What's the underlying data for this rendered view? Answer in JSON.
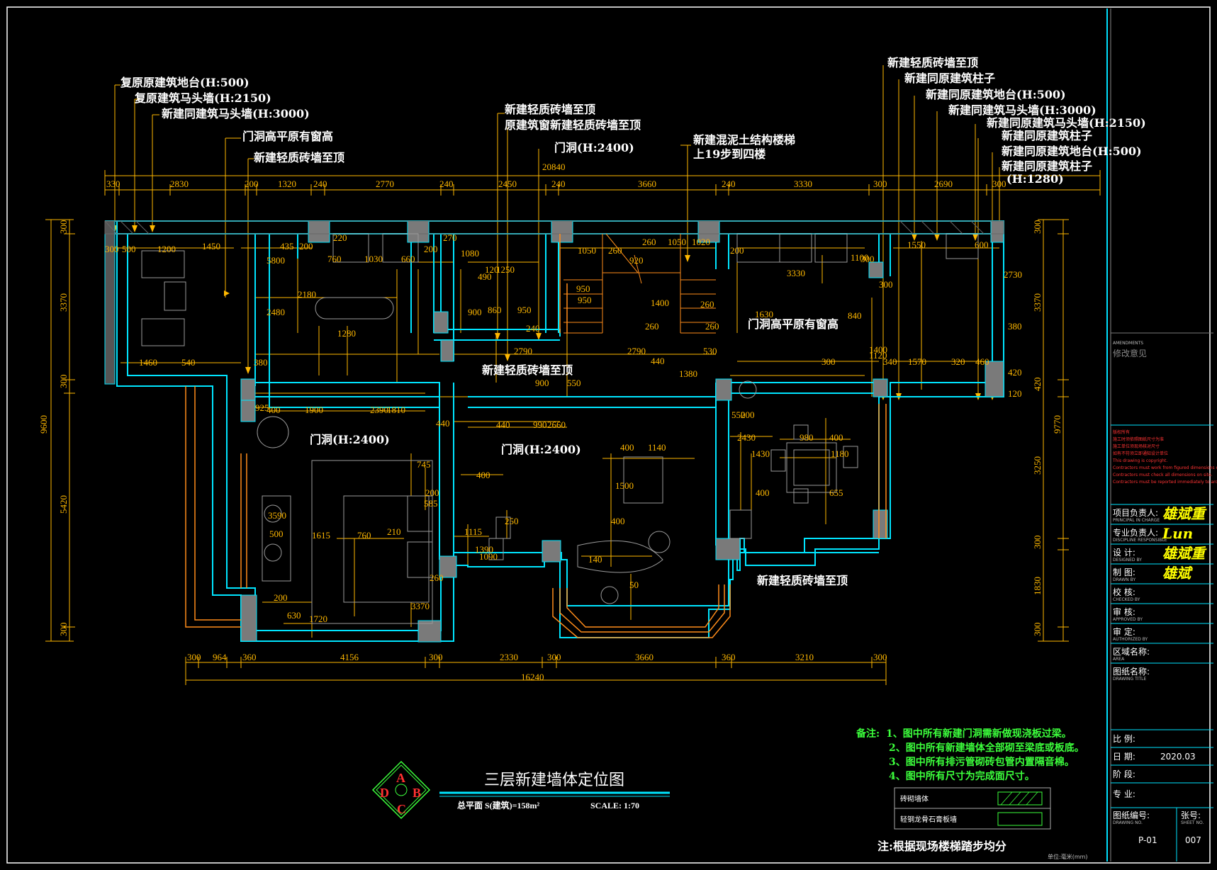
{
  "drawing": {
    "title": "三层新建墙体定位图",
    "subtitle_area": "总平面 S(建筑)=158m²",
    "subtitle_scale": "SCALE: 1:70",
    "badge": {
      "a": "A",
      "b": "B",
      "c": "C",
      "d": "D"
    },
    "stair_note": "注:根据现场楼梯踏步均分",
    "unit_note": "单位:毫米(mm)"
  },
  "annotations": {
    "top_left": [
      "复原原建筑地台(H:500)",
      "复原建筑马头墙(H:2150)",
      "新建同建筑马头墙(H:3000)",
      "门洞高平原有窗高",
      "新建轻质砖墙至顶"
    ],
    "top_mid": [
      "新建轻质砖墙至顶",
      "原建筑窗新建轻质砖墙至顶",
      "门洞(H:2400)"
    ],
    "top_stair": [
      "新建混泥土结构楼梯",
      "上19步到四楼"
    ],
    "top_right": [
      "新建轻质砖墙至顶",
      "新建同原建筑柱子",
      "新建同原建筑地台(H:500)",
      "新建同建筑马头墙(H:3000)",
      "新建同原建筑马头墙(H:2150)",
      "新建同原建筑柱子",
      "新建同原建筑地台(H:500)",
      "新建同原建筑柱子",
      "(H:1280)"
    ],
    "in_plan": {
      "door_right": "门洞高平原有窗高",
      "wall_mid": "新建轻质砖墙至顶",
      "door_left": "门洞(H:2400)",
      "door_center": "门洞(H:2400)",
      "wall_right": "新建轻质砖墙至顶"
    }
  },
  "dimensions": {
    "overall_top": "20840",
    "top_row": [
      "330",
      "2830",
      "200",
      "1320",
      "240",
      "2770",
      "240",
      "2450",
      "240",
      "3660",
      "240",
      "3330",
      "300",
      "2690",
      "300"
    ],
    "overall_bottom": "16240",
    "bottom_row": [
      "300",
      "964",
      "360",
      "4156",
      "300",
      "2330",
      "300",
      "3660",
      "360",
      "3210",
      "300"
    ],
    "left_overall": "9600",
    "left_row": [
      "300",
      "3370",
      "300",
      "5420",
      "300"
    ],
    "right_overall": "9770",
    "right_row": [
      "300",
      "3370",
      "420",
      "3250",
      "300",
      "1830",
      "300"
    ],
    "interior": [
      "300",
      "500",
      "1200",
      "1450",
      "5800",
      "435",
      "200",
      "220",
      "760",
      "1030",
      "660",
      "200",
      "270",
      "1080",
      "1050",
      "260",
      "920",
      "260",
      "1050",
      "1020",
      "200",
      "3330",
      "1100",
      "1550",
      "600",
      "300",
      "300",
      "2180",
      "2480",
      "1280",
      "490",
      "120",
      "1250",
      "900",
      "860",
      "950",
      "240",
      "950",
      "950",
      "1400",
      "260",
      "260",
      "260",
      "1630",
      "840",
      "2790",
      "2790",
      "530",
      "1120",
      "1400",
      "1460",
      "540",
      "380",
      "925",
      "400",
      "1900",
      "2390",
      "1810",
      "1380",
      "440",
      "900",
      "550",
      "440",
      "440",
      "990",
      "2660",
      "300",
      "340",
      "1570",
      "320",
      "460",
      "2730",
      "380",
      "420",
      "120",
      "550",
      "200",
      "2430",
      "1430",
      "400",
      "980",
      "400",
      "1180",
      "655",
      "400",
      "1115",
      "400",
      "1140",
      "1500",
      "400",
      "250",
      "1090",
      "1390",
      "140",
      "50",
      "3590",
      "500",
      "1615",
      "760",
      "210",
      "745",
      "200",
      "585",
      "260",
      "200",
      "630",
      "1720",
      "3370"
    ]
  },
  "notes": {
    "label": "备注:",
    "items": [
      "1、图中所有新建门洞需新做现浇板过梁。",
      "2、图中所有新建墙体全部砌至梁底或板底。",
      "3、图中所有排污管砌砖包管内置隔音棉。",
      "4、图中所有尺寸为完成面尺寸。"
    ]
  },
  "legend": [
    {
      "label": "砖砌墙体"
    },
    {
      "label": "轻钢龙骨石膏板墙"
    }
  ],
  "title_block": {
    "amend_en": "AMENDMENTS",
    "amend_cn": "修改意见",
    "warning_lines": [
      "版权所有",
      "施工时须依照图纸尺寸为准",
      "施工单位须现场核对尺寸",
      "如有不符须立即通知设计单位",
      "This drawing is copyright.",
      "Contractors must work from figured dimensions only.",
      "Contractors must check all dimensions on site.",
      "Contractors must be reported immediately to architects."
    ],
    "rows": [
      {
        "cn": "项目负责人:",
        "en": "PRINCIPAL IN CHARGE",
        "sig": "雄斌重"
      },
      {
        "cn": "专业负责人:",
        "en": "DISCIPLINE RESPONSIBLE",
        "sig": "Lun"
      },
      {
        "cn": "设  计:",
        "en": "DESIGNED BY",
        "sig": "雄斌重"
      },
      {
        "cn": "制  图:",
        "en": "DRAWN BY",
        "sig": "雄斌"
      },
      {
        "cn": "校  核:",
        "en": "CHECKED BY",
        "sig": ""
      },
      {
        "cn": "审  核:",
        "en": "APPROVED BY",
        "sig": ""
      },
      {
        "cn": "审  定:",
        "en": "AUTHORIZED BY",
        "sig": ""
      },
      {
        "cn": "区域名称:",
        "en": "AREA",
        "sig": ""
      },
      {
        "cn": "图纸名称:",
        "en": "DRAWING TITLE",
        "sig": ""
      }
    ],
    "scale_label": "比  例:",
    "date_label": "日  期:",
    "date_value": "2020.03",
    "stage_label": "阶  段:",
    "discipline_label": "专  业:",
    "drawing_no_label": "图纸编号:",
    "drawing_no_en": "DRAWING NO.",
    "drawing_no": "P-01",
    "sheet_label": "张号:",
    "sheet_en": "SHEET NO.",
    "sheet_no": "007"
  }
}
